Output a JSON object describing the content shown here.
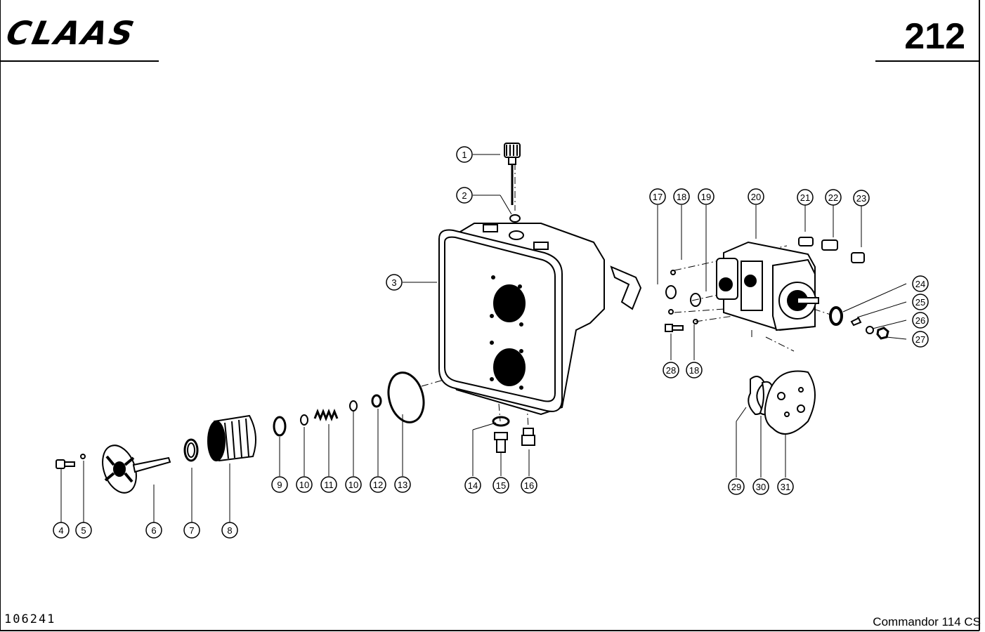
{
  "header": {
    "brand": "CLAAS",
    "page_number": "212"
  },
  "footer": {
    "drawing_number": "106241",
    "model": "Commandor 114 CS"
  },
  "callouts": [
    "1",
    "2",
    "3",
    "4",
    "5",
    "6",
    "7",
    "8",
    "9",
    "10",
    "11",
    "10",
    "12",
    "13",
    "14",
    "15",
    "16",
    "17",
    "18",
    "19",
    "20",
    "21",
    "22",
    "23",
    "24",
    "25",
    "26",
    "27",
    "28",
    "18",
    "29",
    "30",
    "31"
  ]
}
